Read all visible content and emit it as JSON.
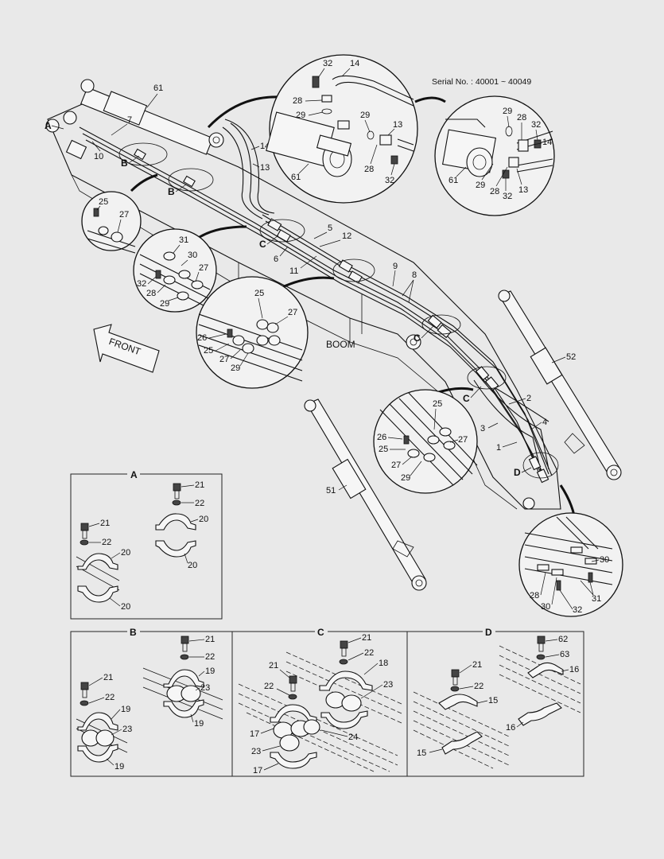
{
  "serial": "Serial No. : 40001 ~ 40049",
  "front_label": "FRONT",
  "boom_label": "BOOM",
  "view_letters": [
    "A",
    "B",
    "B",
    "C",
    "C",
    "C",
    "D"
  ],
  "main_callouts": [
    "61",
    "7",
    "10",
    "14",
    "13",
    "5",
    "12",
    "6",
    "11",
    "9",
    "8",
    "52",
    "2",
    "3",
    "4",
    "1",
    "51"
  ],
  "detail_top_callouts": [
    "32",
    "14",
    "28",
    "29",
    "29",
    "13",
    "61",
    "28",
    "32"
  ],
  "detail_right_callouts": [
    "29",
    "28",
    "32",
    "14",
    "61",
    "29",
    "28",
    "13",
    "32"
  ],
  "detail_b1_callouts": [
    "25",
    "27"
  ],
  "detail_b2_callouts": [
    "31",
    "30",
    "27",
    "32",
    "28",
    "29"
  ],
  "detail_c1_callouts": [
    "25",
    "27",
    "26",
    "25",
    "27",
    "29"
  ],
  "detail_c2_callouts": [
    "25",
    "26",
    "25",
    "27",
    "27",
    "29"
  ],
  "detail_d_callouts": [
    "30",
    "28",
    "30",
    "31",
    "32"
  ],
  "boxes": {
    "A": {
      "title": "A",
      "callouts": [
        "21",
        "22",
        "20",
        "21",
        "22",
        "20",
        "20",
        "20"
      ]
    },
    "B": {
      "title": "B",
      "callouts": [
        "21",
        "22",
        "19",
        "23",
        "19",
        "21",
        "22",
        "19",
        "23",
        "19"
      ]
    },
    "C": {
      "title": "C",
      "callouts": [
        "21",
        "22",
        "18",
        "23",
        "21",
        "22",
        "24",
        "17",
        "23",
        "17"
      ]
    },
    "D": {
      "title": "D",
      "callouts": [
        "62",
        "63",
        "16",
        "21",
        "22",
        "15",
        "16",
        "15"
      ]
    }
  }
}
